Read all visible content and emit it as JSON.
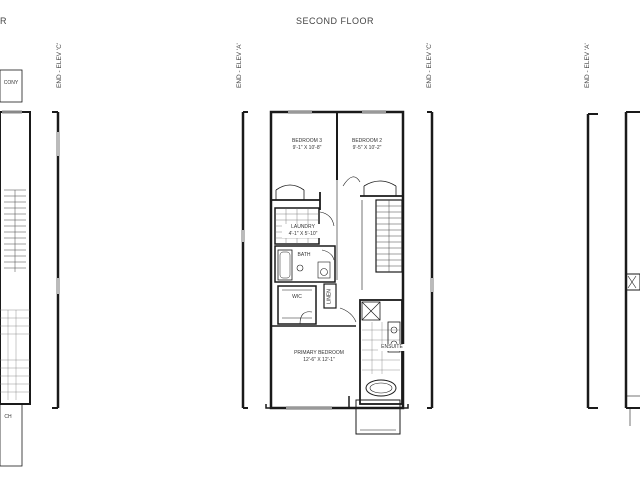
{
  "headings": {
    "left_fragment": "R",
    "center": "SECOND FLOOR"
  },
  "elevation_labels": {
    "left": "END - ELEV 'C'",
    "center_left": "END - ELEV 'A'",
    "center_right": "END - ELEV 'C'",
    "right": "END - ELEV 'A'"
  },
  "left_fragment_labels": {
    "balcony": "CONY",
    "porch": "CH"
  },
  "rooms": {
    "bedroom3": {
      "name": "BEDROOM 3",
      "dims": "9'-1\" X 10'-8\""
    },
    "bedroom2": {
      "name": "BEDROOM 2",
      "dims": "9'-5\" X 10'-2\""
    },
    "laundry": {
      "name": "LAUNDRY",
      "dims": "4'-1\" X 5'-10\""
    },
    "bath": {
      "name": "BATH"
    },
    "wic": {
      "name": "WIC"
    },
    "linen": {
      "name": "LINEN"
    },
    "ensuite": {
      "name": "ENSUITE"
    },
    "primary": {
      "name": "PRIMARY BEDROOM",
      "dims": "12'-6\" X 12'-1\""
    }
  },
  "colors": {
    "wall": "#1a1a1a",
    "line": "#555555",
    "fill_light": "#e6e6e6"
  }
}
